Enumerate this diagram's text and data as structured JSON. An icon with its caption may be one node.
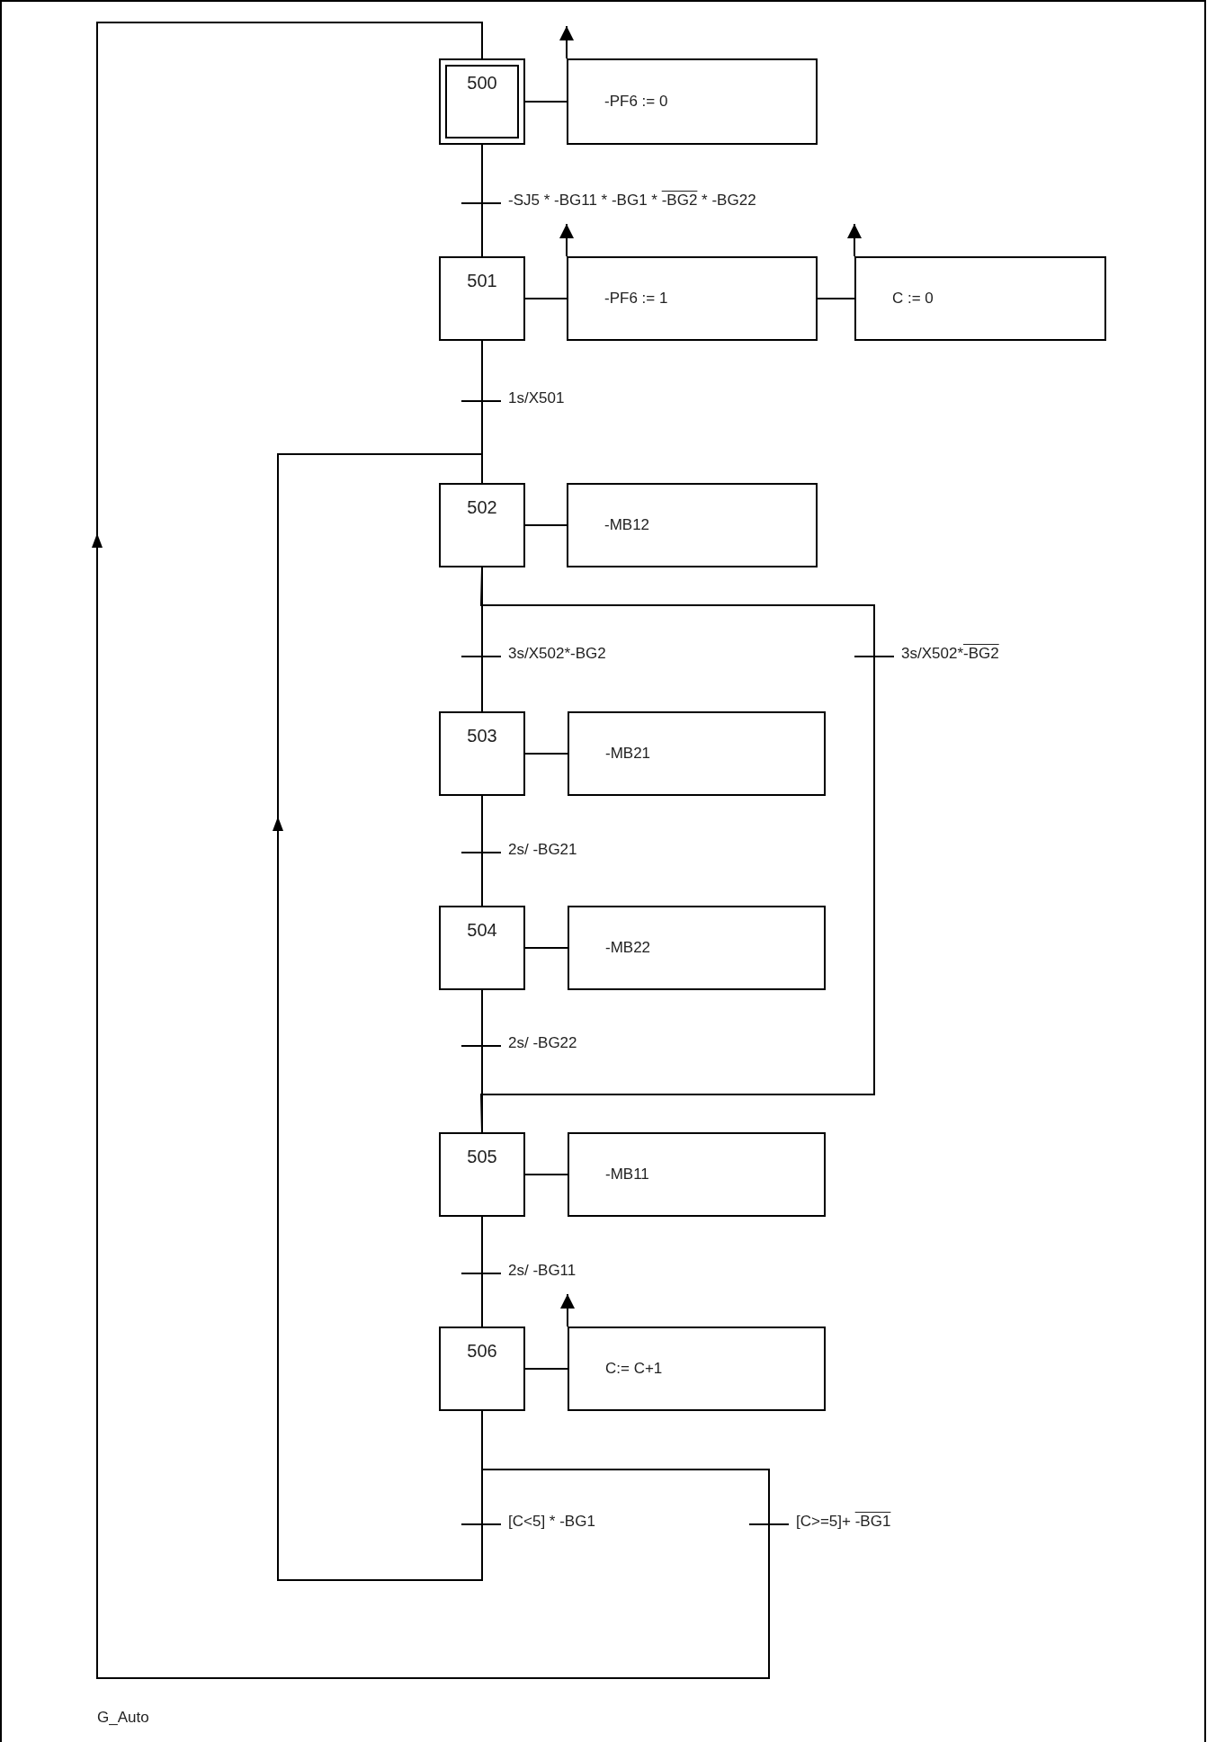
{
  "diagram": {
    "caption": "G_Auto",
    "nodes": [
      {
        "text": [
          "500"
        ]
      },
      {
        "text": [
          "-PF6 := 0"
        ]
      },
      {
        "text": [
          "501"
        ]
      },
      {
        "text": [
          "-PF6 := 1"
        ]
      },
      {
        "text": [
          "C := 0"
        ]
      },
      {
        "text": [
          "502"
        ]
      },
      {
        "text": [
          "-MB12"
        ]
      },
      {
        "text": [
          "503"
        ]
      },
      {
        "text": [
          "-MB21"
        ]
      },
      {
        "text": [
          "504"
        ]
      },
      {
        "text": [
          "-MB22"
        ]
      },
      {
        "text": [
          "505"
        ]
      },
      {
        "text": [
          "-MB11"
        ]
      },
      {
        "text": [
          "506"
        ]
      },
      {
        "text": [
          "C:= C+1"
        ]
      }
    ],
    "edges": [
      {
        "from": 0,
        "to": 1,
        "arrow": "none"
      },
      {
        "from": 0,
        "to": 2,
        "arrow": "none",
        "label": "-SJ5 * -BG11 * -BG1 * -BG2 * -BG22"
      },
      {
        "from": 2,
        "to": 3,
        "arrow": "none"
      },
      {
        "from": 3,
        "to": 4,
        "arrow": "none"
      },
      {
        "from": 2,
        "to": 5,
        "arrow": "none",
        "label": "1s/X501"
      },
      {
        "from": 5,
        "to": 6,
        "arrow": "none"
      },
      {
        "from": 5,
        "to": 7,
        "arrow": "none",
        "label": "3s/X502*-BG2"
      },
      {
        "from": 5,
        "to": 11,
        "arrow": "none",
        "label": "3s/X502*-BG2"
      },
      {
        "from": 7,
        "to": 8,
        "arrow": "none"
      },
      {
        "from": 7,
        "to": 9,
        "arrow": "none",
        "label": "2s/ -BG21"
      },
      {
        "from": 9,
        "to": 10,
        "arrow": "none"
      },
      {
        "from": 9,
        "to": 11,
        "arrow": "none",
        "label": "2s/ -BG22"
      },
      {
        "from": 11,
        "to": 12,
        "arrow": "none"
      },
      {
        "from": 11,
        "to": 13,
        "arrow": "none",
        "label": "2s/ -BG11"
      },
      {
        "from": 13,
        "to": 14,
        "arrow": "none"
      },
      {
        "from": 13,
        "to": 5,
        "arrow": "to",
        "label": "[C<5] * -BG1"
      },
      {
        "from": 13,
        "to": 0,
        "arrow": "to",
        "label": "[C>=5]+ -BG1"
      },
      {
        "from": 1,
        "to": null,
        "arrow": "to"
      },
      {
        "from": 3,
        "to": null,
        "arrow": "to"
      },
      {
        "from": 4,
        "to": null,
        "arrow": "to"
      },
      {
        "from": 14,
        "to": null,
        "arrow": "to"
      }
    ]
  }
}
